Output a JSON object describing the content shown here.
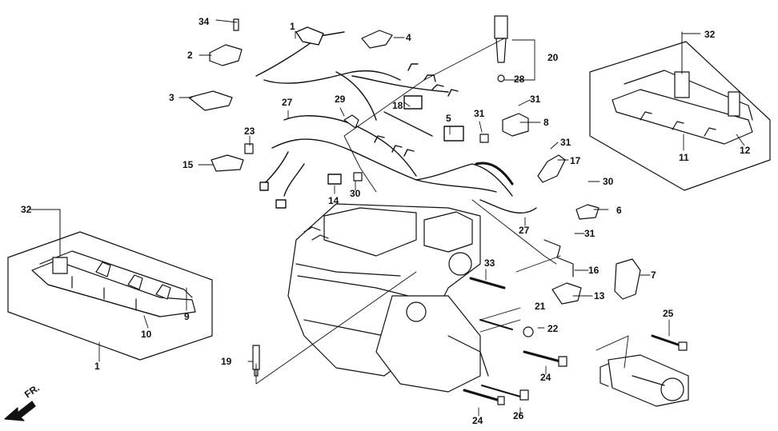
{
  "diagram": {
    "direction_label": "FR.",
    "callouts": [
      {
        "id": "c1a",
        "text": "1"
      },
      {
        "id": "c34",
        "text": "34"
      },
      {
        "id": "c2",
        "text": "2"
      },
      {
        "id": "c4",
        "text": "4"
      },
      {
        "id": "c3",
        "text": "3"
      },
      {
        "id": "c27a",
        "text": "27"
      },
      {
        "id": "c29",
        "text": "29"
      },
      {
        "id": "c18",
        "text": "18"
      },
      {
        "id": "c23",
        "text": "23"
      },
      {
        "id": "c15",
        "text": "15"
      },
      {
        "id": "c14",
        "text": "14"
      },
      {
        "id": "c30a",
        "text": "30"
      },
      {
        "id": "c5",
        "text": "5"
      },
      {
        "id": "c31a",
        "text": "31"
      },
      {
        "id": "c31b",
        "text": "31"
      },
      {
        "id": "c8",
        "text": "8"
      },
      {
        "id": "c31c",
        "text": "31"
      },
      {
        "id": "c17",
        "text": "17"
      },
      {
        "id": "c30b",
        "text": "30"
      },
      {
        "id": "c6",
        "text": "6"
      },
      {
        "id": "c27b",
        "text": "27"
      },
      {
        "id": "c31d",
        "text": "31"
      },
      {
        "id": "c16",
        "text": "16"
      },
      {
        "id": "c7",
        "text": "7"
      },
      {
        "id": "c13",
        "text": "13"
      },
      {
        "id": "c20",
        "text": "20"
      },
      {
        "id": "c28",
        "text": "28"
      },
      {
        "id": "c32a",
        "text": "32"
      },
      {
        "id": "c11",
        "text": "11"
      },
      {
        "id": "c12",
        "text": "12"
      },
      {
        "id": "c32b",
        "text": "32"
      },
      {
        "id": "c9",
        "text": "9"
      },
      {
        "id": "c10",
        "text": "10"
      },
      {
        "id": "c1b",
        "text": "1"
      },
      {
        "id": "c19",
        "text": "19"
      },
      {
        "id": "c33",
        "text": "33"
      },
      {
        "id": "c21",
        "text": "21"
      },
      {
        "id": "c22",
        "text": "22"
      },
      {
        "id": "c24a",
        "text": "24"
      },
      {
        "id": "c24b",
        "text": "24"
      },
      {
        "id": "c26",
        "text": "26"
      },
      {
        "id": "c25",
        "text": "25"
      }
    ]
  }
}
